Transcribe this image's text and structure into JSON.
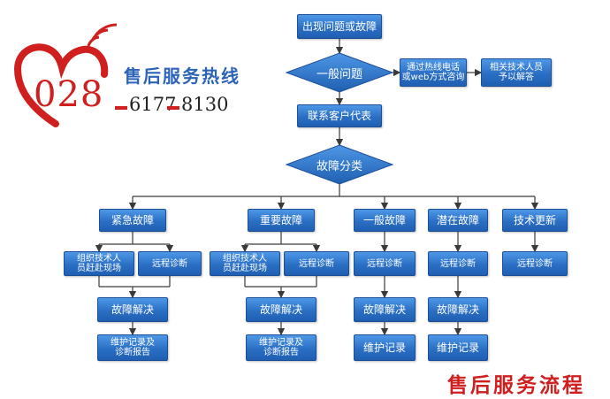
{
  "hotline": {
    "title": "售后服务热线",
    "area_code": "028",
    "number_part1": "6177",
    "number_part2": "8130"
  },
  "flow": {
    "start": "出现问题或故障",
    "decision_general": "一般问题",
    "contact_methods": "通过热线电话\n或web方式咨询",
    "tech_answer": "相关技术人员\n予以解答",
    "contact_rep": "联系客户代表",
    "decision_classify": "故障分类",
    "categories": [
      {
        "label": "紧急故障",
        "onsite": "组织技术人\n员赶赴现场",
        "remote": "远程诊断",
        "resolve": "故障解决",
        "record": "维护记录及\n诊断报告"
      },
      {
        "label": "重要故障",
        "onsite": "组织技术人\n员赶赴现场",
        "remote": "远程诊断",
        "resolve": "故障解决",
        "record": "维护记录及\n诊断报告"
      },
      {
        "label": "一般故障",
        "remote": "远程诊断",
        "resolve": "故障解决",
        "record": "维护记录"
      },
      {
        "label": "潜在故障",
        "remote": "远程诊断",
        "resolve": "故障解决",
        "record": "维护记录"
      },
      {
        "label": "技术更新",
        "remote": "远程诊断"
      }
    ]
  },
  "process_title": "售后服务流程",
  "colors": {
    "box": "#2a6fc4",
    "connector": "#3a3a3a",
    "logo_red": "#cf1f1f",
    "title_blue": "#2b63b8"
  }
}
